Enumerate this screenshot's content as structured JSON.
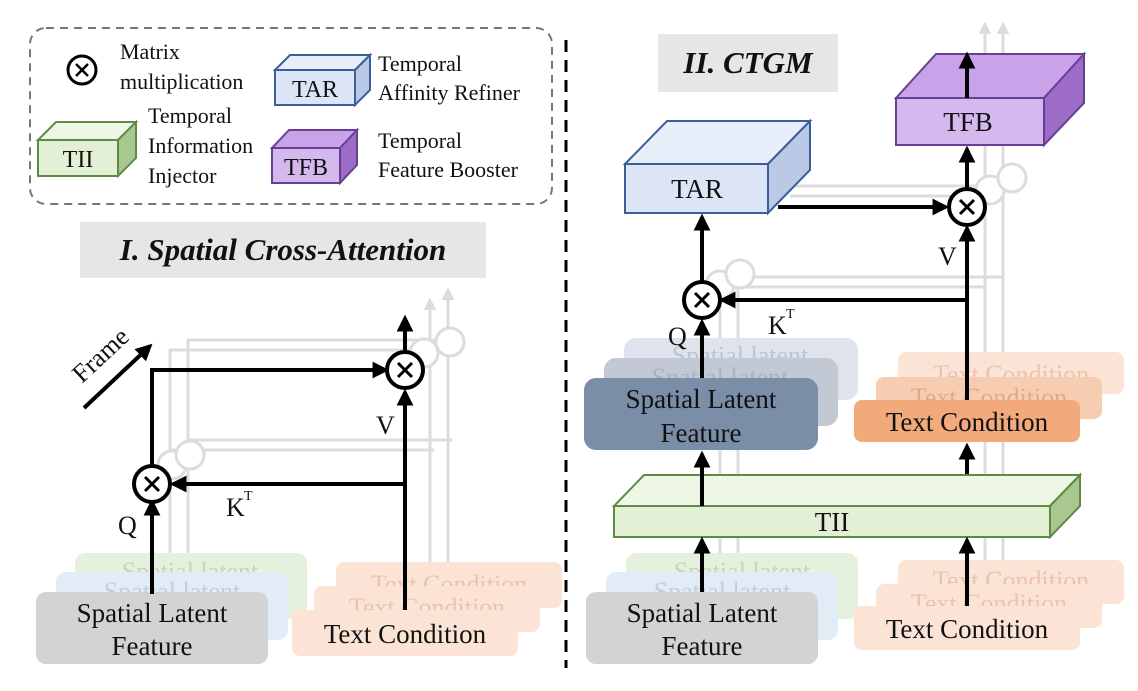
{
  "legend": {
    "matmul": [
      "Matrix",
      "multiplication"
    ],
    "tar": {
      "box_label": "TAR",
      "desc": [
        "Temporal",
        "Affinity Refiner"
      ]
    },
    "tii": {
      "box_label": "TII",
      "desc": [
        "Temporal",
        "Information",
        "Injector"
      ]
    },
    "tfb": {
      "box_label": "TFB",
      "desc": [
        "Temporal",
        "Feature Booster"
      ]
    }
  },
  "section1": {
    "title": "I. Spatial Cross-Attention",
    "frame_label": "Frame",
    "q_label": "Q",
    "k_label": "K",
    "k_sup": "T",
    "v_label": "V",
    "latent_ghost": [
      "Spatial latent",
      "Spatial latent"
    ],
    "latent_label": [
      "Spatial Latent",
      "Feature"
    ],
    "text_ghost": [
      "Text Condition",
      "Text Condition"
    ],
    "text_label": "Text Condition"
  },
  "section2": {
    "title": "II. CTGM",
    "tar_label": "TAR",
    "tfb_label": "TFB",
    "tii_label": "TII",
    "q_label": "Q",
    "k_label": "K",
    "k_sup": "T",
    "v_label": "V",
    "upper_latent_ghost": [
      "Spatial latent",
      "Spatial latent"
    ],
    "upper_latent_label": [
      "Spatial Latent",
      "Feature"
    ],
    "upper_text_ghost": [
      "Text Condition",
      "Text Condition"
    ],
    "upper_text_label": "Text Condition",
    "lower_latent_ghost": [
      "Spatial latent",
      "Spatial latent"
    ],
    "lower_latent_label": [
      "Spatial Latent",
      "Feature"
    ],
    "lower_text_ghost": [
      "Text Condition",
      "Text Condition"
    ],
    "lower_text_label": "Text Condition"
  },
  "colors": {
    "tar_front": "#dbe5f5",
    "tar_top": "#e9effa",
    "tar_side": "#b9c9e6",
    "tar_stroke": "#3c5f9c",
    "tii_front": "#e3f0d5",
    "tii_top": "#eef6e6",
    "tii_side": "#a8c88f",
    "tii_stroke": "#5f8a45",
    "tfb_front": "#d4b8ee",
    "tfb_top": "#c9a3ea",
    "tfb_side": "#9d6cc6",
    "tfb_stroke": "#6a3f93",
    "latent_gray": "#d3d3d3",
    "latent_blue": "#7b8ea8",
    "text_orange": "#f2a97b",
    "ghost_green": "#e6f1dd",
    "ghost_blue": "#e2ecf7",
    "ghost_peach": "#fbe4d6",
    "ghost_gray": "#c2c9d4"
  }
}
